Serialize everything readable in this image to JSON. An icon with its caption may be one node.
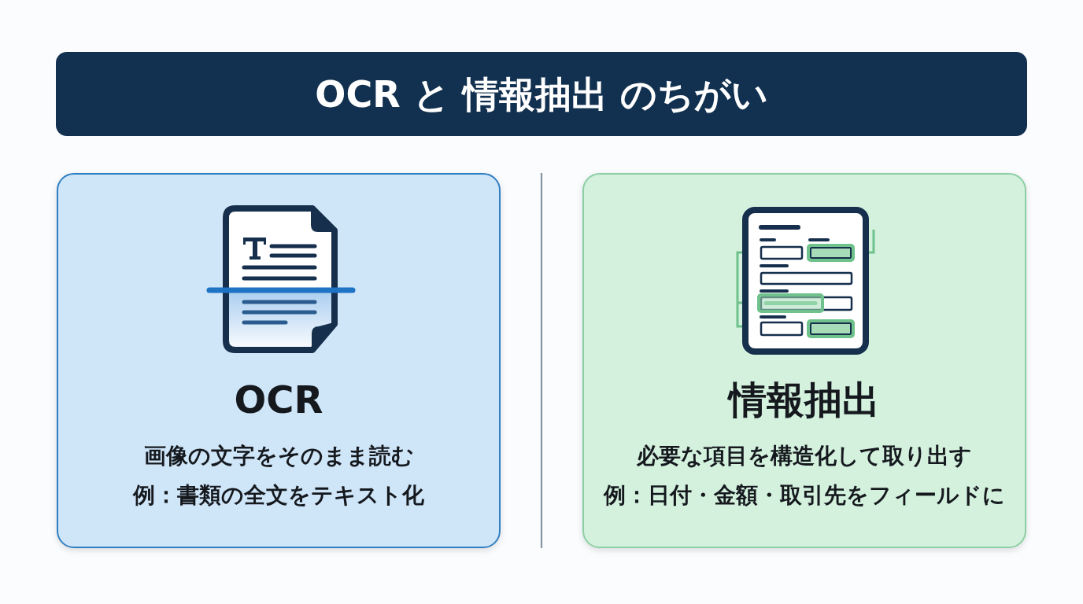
{
  "diagram": {
    "title": "OCR と 情報抽出 のちがい",
    "nodes": [
      {
        "text": [
          "OCR",
          "画像の文字をそのまま読む",
          "例：書類の全文をテキスト化"
        ]
      },
      {
        "text": [
          "情報抽出",
          "必要な項目を構造化して取り出す",
          "例：日付・金額・取引先をフィールドに"
        ]
      }
    ]
  }
}
